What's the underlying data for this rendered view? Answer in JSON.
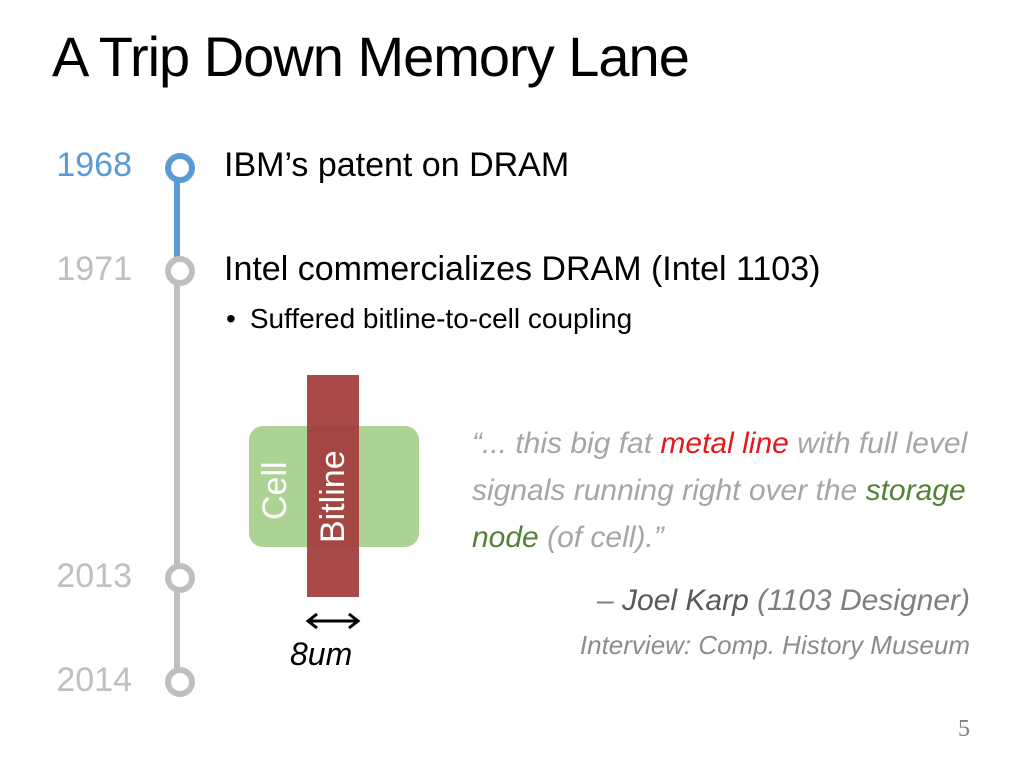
{
  "slide": {
    "title": "A Trip Down Memory Lane",
    "page_number": "5"
  },
  "timeline": [
    {
      "year": "1968",
      "event": "IBM’s patent on DRAM",
      "active": true
    },
    {
      "year": "1971",
      "event": "Intel commercializes DRAM (Intel 1103)",
      "active": false
    },
    {
      "year": "2013",
      "event": "",
      "active": false
    },
    {
      "year": "2014",
      "event": "",
      "active": false
    }
  ],
  "bullet": "Suffered bitline-to-cell coupling",
  "diagram": {
    "cell_label": "Cell",
    "bitline_label": "Bitline",
    "width_label": "8um"
  },
  "quote": {
    "part1": "“... this big fat ",
    "highlight1": "metal line",
    "part2": " with full level signals running right over the ",
    "highlight2": "storage node",
    "part3": " (of cell).”",
    "attribution_dash": "– ",
    "author": "Joel Karp",
    "author_role": " (1103 Designer)",
    "source": "Interview: Comp. History Museum"
  },
  "colors": {
    "active_blue": "#5b9bd5",
    "inactive_gray": "#bfbfbf",
    "bitline": "#a33a3a",
    "cell": "#a9d18e",
    "quote_red": "#e31a1c",
    "quote_green": "#548235"
  }
}
